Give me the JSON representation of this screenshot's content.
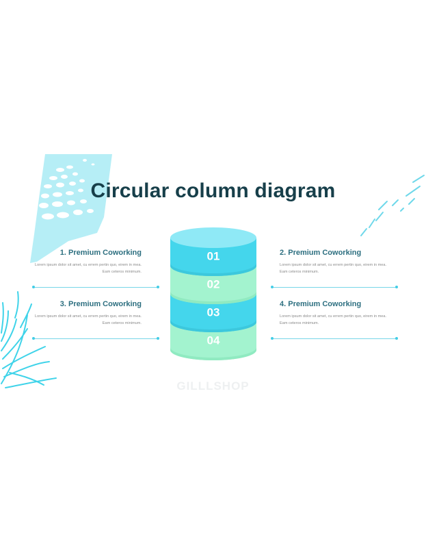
{
  "title": "Circular column diagram",
  "items": [
    {
      "title": "1. Premium Coworking",
      "body": "Lorem ipsum dolor sit amet, cu errem pertin quo, eirem in mea. Eam ceteros minimum."
    },
    {
      "title": "2. Premium Coworking",
      "body": "Lorem ipsum dolor sit amet, cu errem pertin quo, eirem in mea. Eam ceteros minimum."
    },
    {
      "title": "3. Premium Coworking",
      "body": "Lorem ipsum dolor sit amet, cu errem pertin quo, eirem in mea. Eam ceteros minimum."
    },
    {
      "title": "4. Premium Coworking",
      "body": "Lorem ipsum dolor sit amet, cu errem pertin quo, eirem in mea. Eam ceteros minimum."
    }
  ],
  "cylinder": {
    "layers": [
      {
        "label": "01",
        "color": "#44d6ec"
      },
      {
        "label": "02",
        "color": "#a3f3cf"
      },
      {
        "label": "03",
        "color": "#44d6ec"
      },
      {
        "label": "04",
        "color": "#a3f3cf"
      }
    ]
  },
  "watermark": "GILLLSHOP",
  "colors": {
    "title": "#173f4a",
    "item_title": "#2d6f80",
    "accent_cyan": "#44d6ec",
    "accent_mint": "#a3f3cf",
    "decor_light": "#b6eef6"
  }
}
